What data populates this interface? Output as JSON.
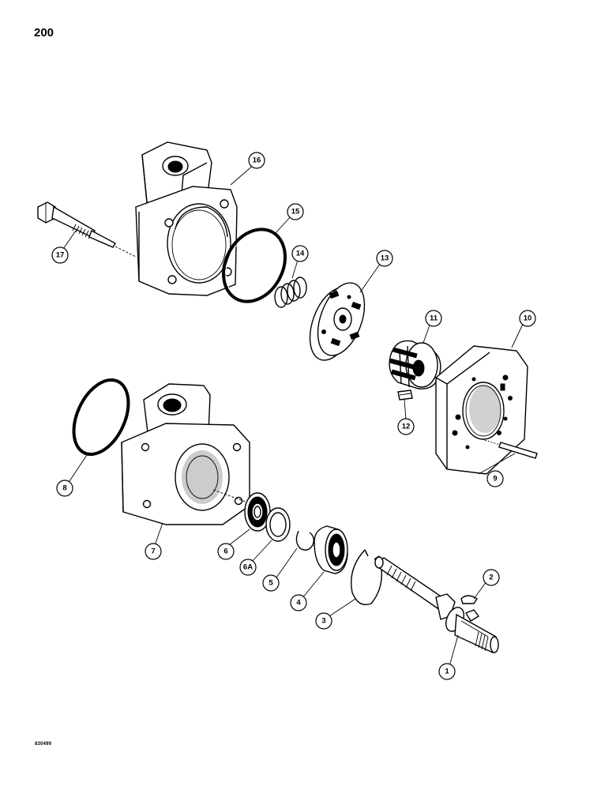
{
  "page": {
    "number": "200",
    "figure_code": "830499"
  },
  "callouts": [
    {
      "id": "c1",
      "label": "1"
    },
    {
      "id": "c2",
      "label": "2"
    },
    {
      "id": "c3",
      "label": "3"
    },
    {
      "id": "c4",
      "label": "4"
    },
    {
      "id": "c5",
      "label": "5"
    },
    {
      "id": "c6",
      "label": "6"
    },
    {
      "id": "c6a",
      "label": "6A"
    },
    {
      "id": "c7",
      "label": "7"
    },
    {
      "id": "c8",
      "label": "8"
    },
    {
      "id": "c9",
      "label": "9"
    },
    {
      "id": "c10",
      "label": "10"
    },
    {
      "id": "c11",
      "label": "11"
    },
    {
      "id": "c12",
      "label": "12"
    },
    {
      "id": "c13",
      "label": "13"
    },
    {
      "id": "c14",
      "label": "14"
    },
    {
      "id": "c15",
      "label": "15"
    },
    {
      "id": "c16",
      "label": "16"
    },
    {
      "id": "c17",
      "label": "17"
    }
  ]
}
